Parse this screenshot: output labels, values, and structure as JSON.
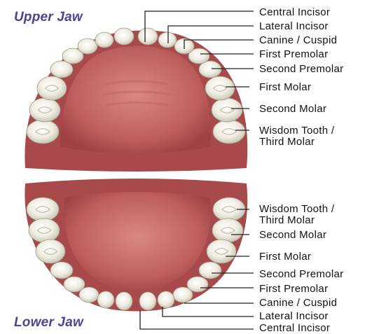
{
  "upper_jaw": {
    "title": "Upper Jaw",
    "labels": [
      "Central Incisor",
      "Lateral Incisor",
      "Canine / Cuspid",
      "First Premolar",
      "Second Premolar",
      "First Molar",
      "Second Molar",
      "Wisdom Tooth /",
      "Third Molar"
    ]
  },
  "lower_jaw": {
    "title": "Lower Jaw",
    "labels": [
      "Wisdom Tooth /",
      "Third Molar",
      "Second Molar",
      "First Molar",
      "Second Premolar",
      "First Premolar",
      "Canine / Cuspid",
      "Lateral Incisor",
      "Central Incisor"
    ]
  },
  "colors": {
    "title": "#4b4596",
    "gum": "#a84a4c",
    "gum_dark": "#8a3436",
    "palate": "#c96e6c",
    "tooth": "#f1eee2",
    "leader": "#222222"
  }
}
